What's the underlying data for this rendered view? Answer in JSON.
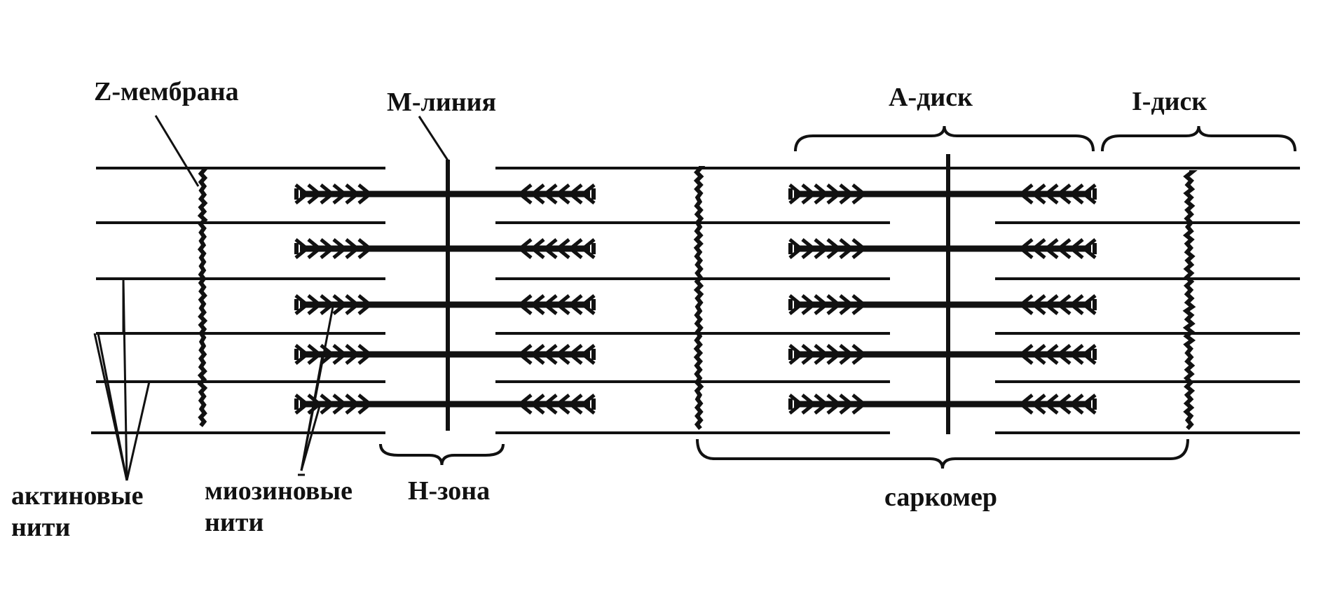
{
  "labels": {
    "z_membrane": "Z-мембрана",
    "m_line": "М-линия",
    "a_disc": "А-диск",
    "i_disc": "I-диск",
    "h_zone": "Н-зона",
    "sarcomere": "саркомер",
    "actin_line1": "актиновые",
    "actin_line2": "нити",
    "myosin_line1": "миозиновые",
    "myosin_line2": "нити"
  },
  "colors": {
    "ink": "#111111",
    "background": "#ffffff"
  }
}
